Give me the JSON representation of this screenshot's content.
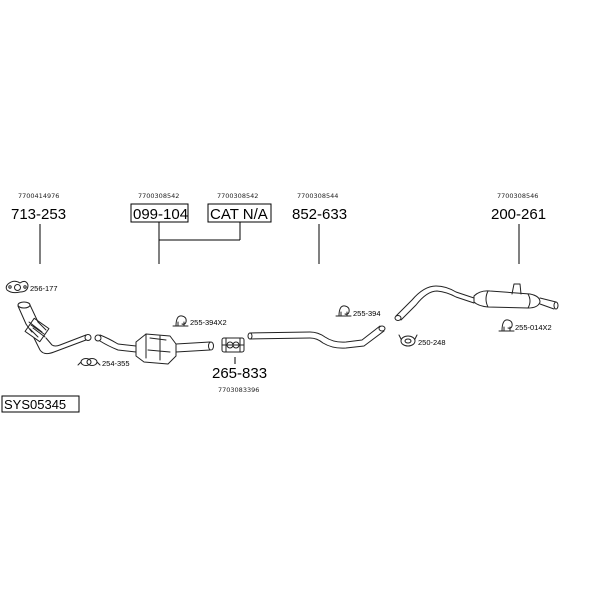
{
  "diagram": {
    "system_code": "SYS05345",
    "parts": [
      {
        "id": "p1",
        "number": "713-253",
        "ref": "7700414976",
        "boxed": false
      },
      {
        "id": "p2",
        "number": "099-104",
        "ref": "7700308542",
        "boxed": true
      },
      {
        "id": "p3",
        "number": "CAT N/A",
        "ref": "7700308542",
        "boxed": true
      },
      {
        "id": "p4",
        "number": "852-633",
        "ref": "7700308544",
        "boxed": false
      },
      {
        "id": "p5",
        "number": "200-261",
        "ref": "7700308546",
        "boxed": false
      },
      {
        "id": "p6",
        "number": "265-833",
        "ref": "7703083396",
        "boxed": false
      }
    ],
    "fittings": [
      {
        "id": "f1",
        "label": "256-177"
      },
      {
        "id": "f2",
        "label": "254-355"
      },
      {
        "id": "f3",
        "label": "255-394X2"
      },
      {
        "id": "f4",
        "label": "255-394"
      },
      {
        "id": "f5",
        "label": "250-248"
      },
      {
        "id": "f6",
        "label": "255-014X2"
      }
    ]
  }
}
